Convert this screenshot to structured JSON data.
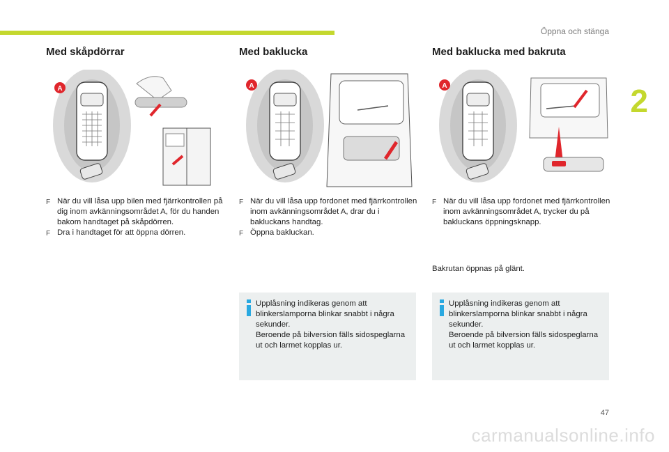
{
  "header": {
    "running_title": "Öppna och stänga",
    "chapter_number": "2"
  },
  "sections": [
    {
      "title": "Med skåpdörrar",
      "label_a": "A",
      "steps": [
        {
          "bullet": "F",
          "text": "När du vill låsa upp bilen med fjärrkontrollen på dig inom avkänningsområdet A, för du handen bakom handtaget på skåpdörren."
        },
        {
          "bullet": "F",
          "text": "Dra i handtaget för att öppna dörren."
        }
      ]
    },
    {
      "title": "Med baklucka",
      "label_a": "A",
      "steps": [
        {
          "bullet": "F",
          "text": "När du vill låsa upp fordonet med fjärrkontrollen inom avkänningsområdet A, drar du i bakluckans handtag."
        },
        {
          "bullet": "F",
          "text": "Öppna bakluckan."
        }
      ],
      "info": [
        "Upplåsning indikeras genom att",
        "blinkerslamporna blinkar snabbt i några",
        "sekunder.",
        "Beroende på bilversion fälls sidospeglarna",
        "ut och larmet kopplas ur."
      ]
    },
    {
      "title": "Med baklucka med bakruta",
      "label_a": "A",
      "steps": [
        {
          "bullet": "F",
          "text": "När du vill låsa upp fordonet med fjärrkontrollen inom avkänningsområdet A, trycker du på bakluckans öppningsknapp."
        }
      ],
      "note": "Bakrutan öppnas på glänt.",
      "info": [
        "Upplåsning indikeras genom att",
        "blinkerslamporna blinkar snabbt i några",
        "sekunder.",
        "Beroende på bilversion fälls sidospeglarna",
        "ut och larmet kopplas ur."
      ]
    }
  ],
  "footer": {
    "page_number": "47",
    "watermark": "carmanualsonline.info"
  },
  "colors": {
    "accent": "#c4d82e",
    "arrow": "#e0262c",
    "info_bg": "#ecefef",
    "info_icon": "#29a9e1"
  }
}
